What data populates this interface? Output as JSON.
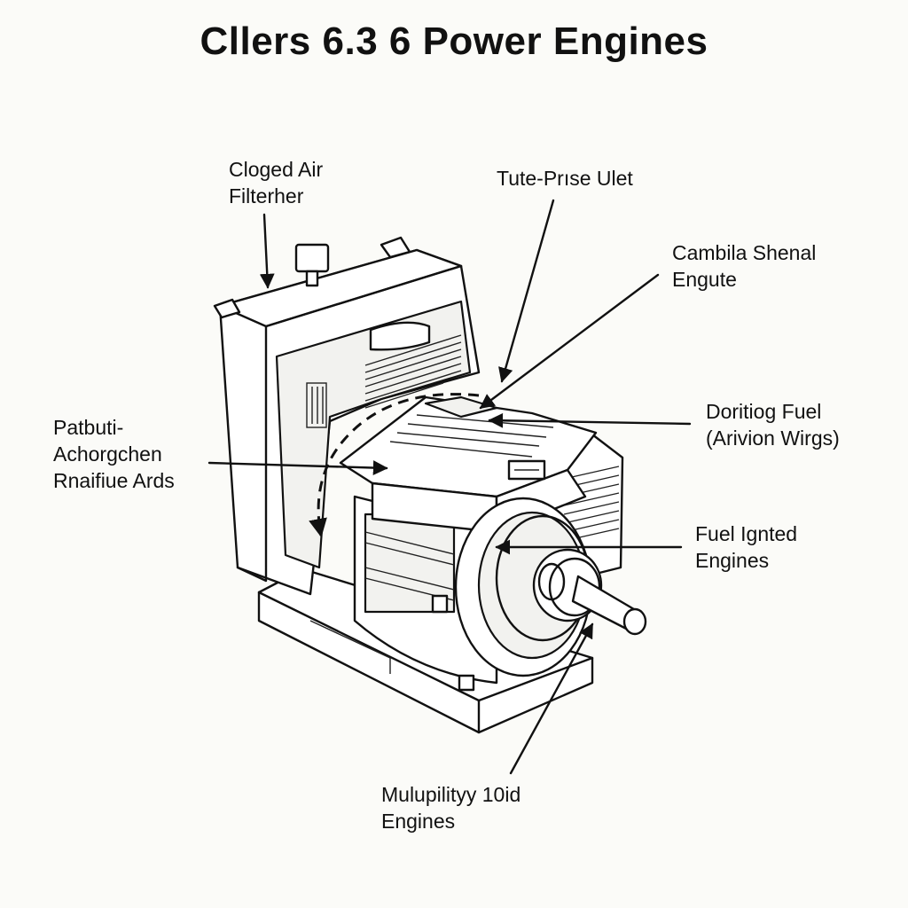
{
  "title": "Cllers 6.3 6 Power Engines",
  "callouts": {
    "clogged_air_filter": [
      "Cloged Air",
      "Filterher"
    ],
    "tute_prese_ulet": [
      "Tute-Prıse Ulet"
    ],
    "cambila_shenal": [
      "Cambila Shenal",
      "Engute"
    ],
    "doritiog_fuel": [
      "Doritiog Fuel",
      "(Arivion Wirgs)"
    ],
    "patbuti": [
      "Patbuti-",
      "Achorgchen",
      "Rnaifiue Ards"
    ],
    "fuel_ignted": [
      "Fuel Ignted",
      "Engines"
    ],
    "mulupilityy": [
      "Mulupilityy 10id",
      "Engines"
    ]
  }
}
